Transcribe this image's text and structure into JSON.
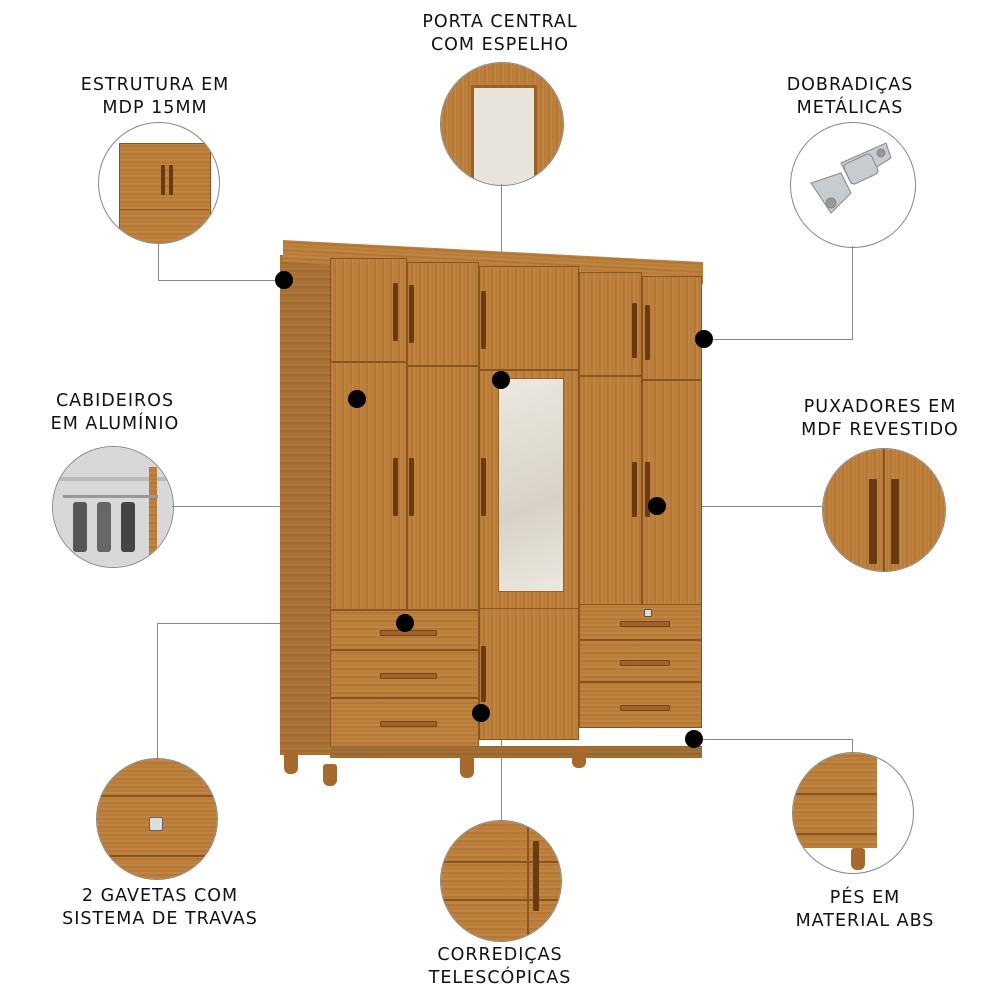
{
  "features": [
    {
      "id": "estrutura",
      "line1": "ESTRUTURA EM",
      "line2": "MDP 15MM"
    },
    {
      "id": "porta-central",
      "line1": "PORTA CENTRAL",
      "line2": "COM ESPELHO"
    },
    {
      "id": "dobradicas",
      "line1": "DOBRADIÇAS",
      "line2": "METÁLICAS"
    },
    {
      "id": "cabideiros",
      "line1": "CABIDEIROS",
      "line2": "EM ALUMÍNIO"
    },
    {
      "id": "puxadores",
      "line1": "PUXADORES EM",
      "line2": "MDF REVESTIDO"
    },
    {
      "id": "gavetas",
      "line1": "2 GAVETAS COM",
      "line2": "SISTEMA DE TRAVAS"
    },
    {
      "id": "corredicas",
      "line1": "CORREDIÇAS",
      "line2": "TELESCÓPICAS"
    },
    {
      "id": "pes",
      "line1": "PÉS EM",
      "line2": "MATERIAL ABS"
    }
  ],
  "colors": {
    "wood": "#b77a36",
    "wood_dark": "#8a5420",
    "handle": "#6a3a12",
    "mirror": "#e8e4dc",
    "dot": "#000000",
    "line": "#888888"
  }
}
